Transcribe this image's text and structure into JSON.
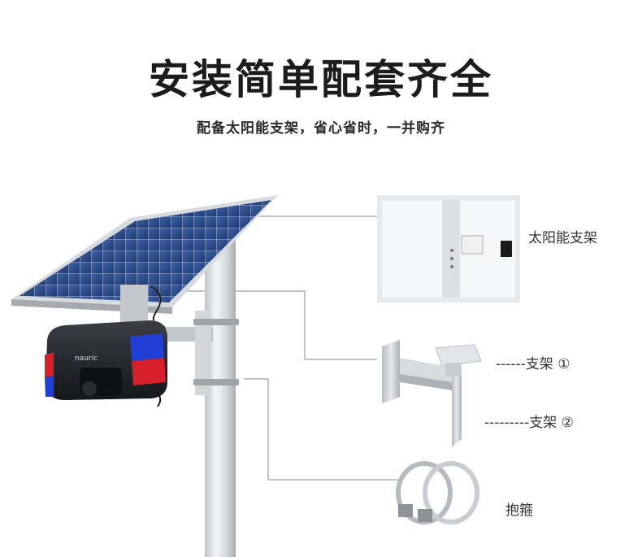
{
  "heading": {
    "title": "安装简单配套齐全",
    "subtitle": "配备太阳能支架，省心省时，一并购齐"
  },
  "device": {
    "brand": "nauric"
  },
  "parts": [
    {
      "label": "太阳能支架"
    },
    {
      "label": "------支架 ①"
    },
    {
      "label": "---------支架 ②"
    },
    {
      "label": "抱箍"
    }
  ],
  "colors": {
    "accent_blue": "#1f3fd6",
    "accent_red": "#d8202a",
    "panel_blue": "#2b4d8a",
    "steel": "#c9ccd0"
  }
}
